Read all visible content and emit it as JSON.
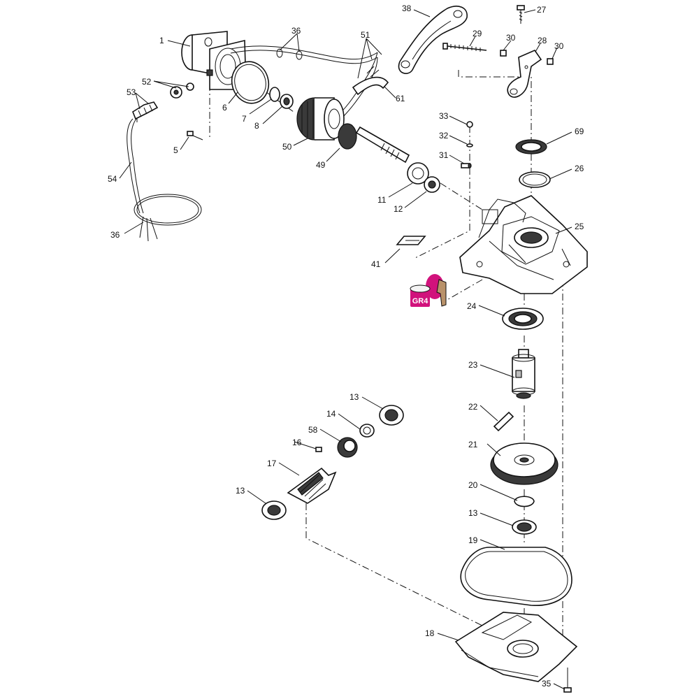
{
  "diagram": {
    "kit_badge": {
      "label": "GR4",
      "color": "#d1127c"
    },
    "callouts": [
      {
        "id": "p1",
        "label": "1"
      },
      {
        "id": "p36a",
        "label": "36"
      },
      {
        "id": "p51",
        "label": "51"
      },
      {
        "id": "p38",
        "label": "38"
      },
      {
        "id": "p27",
        "label": "27"
      },
      {
        "id": "p29",
        "label": "29"
      },
      {
        "id": "p30a",
        "label": "30"
      },
      {
        "id": "p28",
        "label": "28"
      },
      {
        "id": "p30b",
        "label": "30"
      },
      {
        "id": "p52",
        "label": "52"
      },
      {
        "id": "p53",
        "label": "53"
      },
      {
        "id": "p6",
        "label": "6"
      },
      {
        "id": "p7",
        "label": "7"
      },
      {
        "id": "p8",
        "label": "8"
      },
      {
        "id": "p61",
        "label": "61"
      },
      {
        "id": "p5",
        "label": "5"
      },
      {
        "id": "p50",
        "label": "50"
      },
      {
        "id": "p33",
        "label": "33"
      },
      {
        "id": "p32",
        "label": "32"
      },
      {
        "id": "p31",
        "label": "31"
      },
      {
        "id": "p69",
        "label": "69"
      },
      {
        "id": "p26",
        "label": "26"
      },
      {
        "id": "p54",
        "label": "54"
      },
      {
        "id": "p49",
        "label": "49"
      },
      {
        "id": "p11",
        "label": "11"
      },
      {
        "id": "p12",
        "label": "12"
      },
      {
        "id": "p36b",
        "label": "36"
      },
      {
        "id": "p25",
        "label": "25"
      },
      {
        "id": "p41",
        "label": "41"
      },
      {
        "id": "p24",
        "label": "24"
      },
      {
        "id": "p23",
        "label": "23"
      },
      {
        "id": "p13a",
        "label": "13"
      },
      {
        "id": "p22",
        "label": "22"
      },
      {
        "id": "p14",
        "label": "14"
      },
      {
        "id": "p58",
        "label": "58"
      },
      {
        "id": "p16",
        "label": "16"
      },
      {
        "id": "p21",
        "label": "21"
      },
      {
        "id": "p17",
        "label": "17"
      },
      {
        "id": "p20",
        "label": "20"
      },
      {
        "id": "p13b",
        "label": "13"
      },
      {
        "id": "p13c",
        "label": "13"
      },
      {
        "id": "p19",
        "label": "19"
      },
      {
        "id": "p18",
        "label": "18"
      },
      {
        "id": "p35",
        "label": "35"
      }
    ]
  }
}
